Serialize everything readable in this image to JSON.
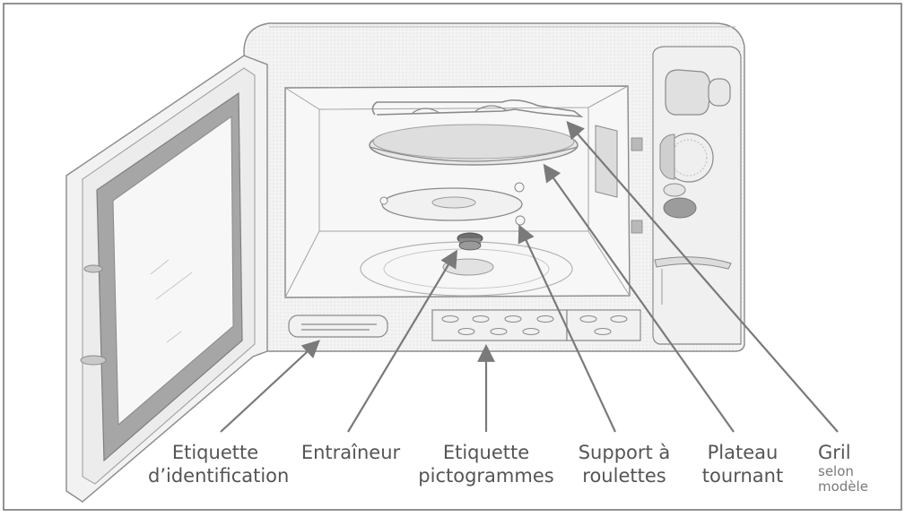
{
  "labels": {
    "etiquette_identification": {
      "line1": "Etiquette",
      "line2": "d’identification"
    },
    "entraineur": {
      "line1": "Entraîneur"
    },
    "etiquette_pictogrammes": {
      "line1": "Etiquette",
      "line2": "pictogrammes"
    },
    "support_roulettes": {
      "line1": "Support à",
      "line2": "roulettes"
    },
    "plateau_tournant": {
      "line1": "Plateau",
      "line2": "tournant"
    },
    "gril": {
      "line1": "Gril",
      "note1": "selon",
      "note2": "modèle"
    }
  },
  "colors": {
    "frame": "#6e6e6e",
    "line": "#8a8a8a",
    "arrow": "#7a7a7a",
    "shade": "#d2d2d2",
    "dark_shade": "#9a9a9a",
    "text": "#555555"
  }
}
